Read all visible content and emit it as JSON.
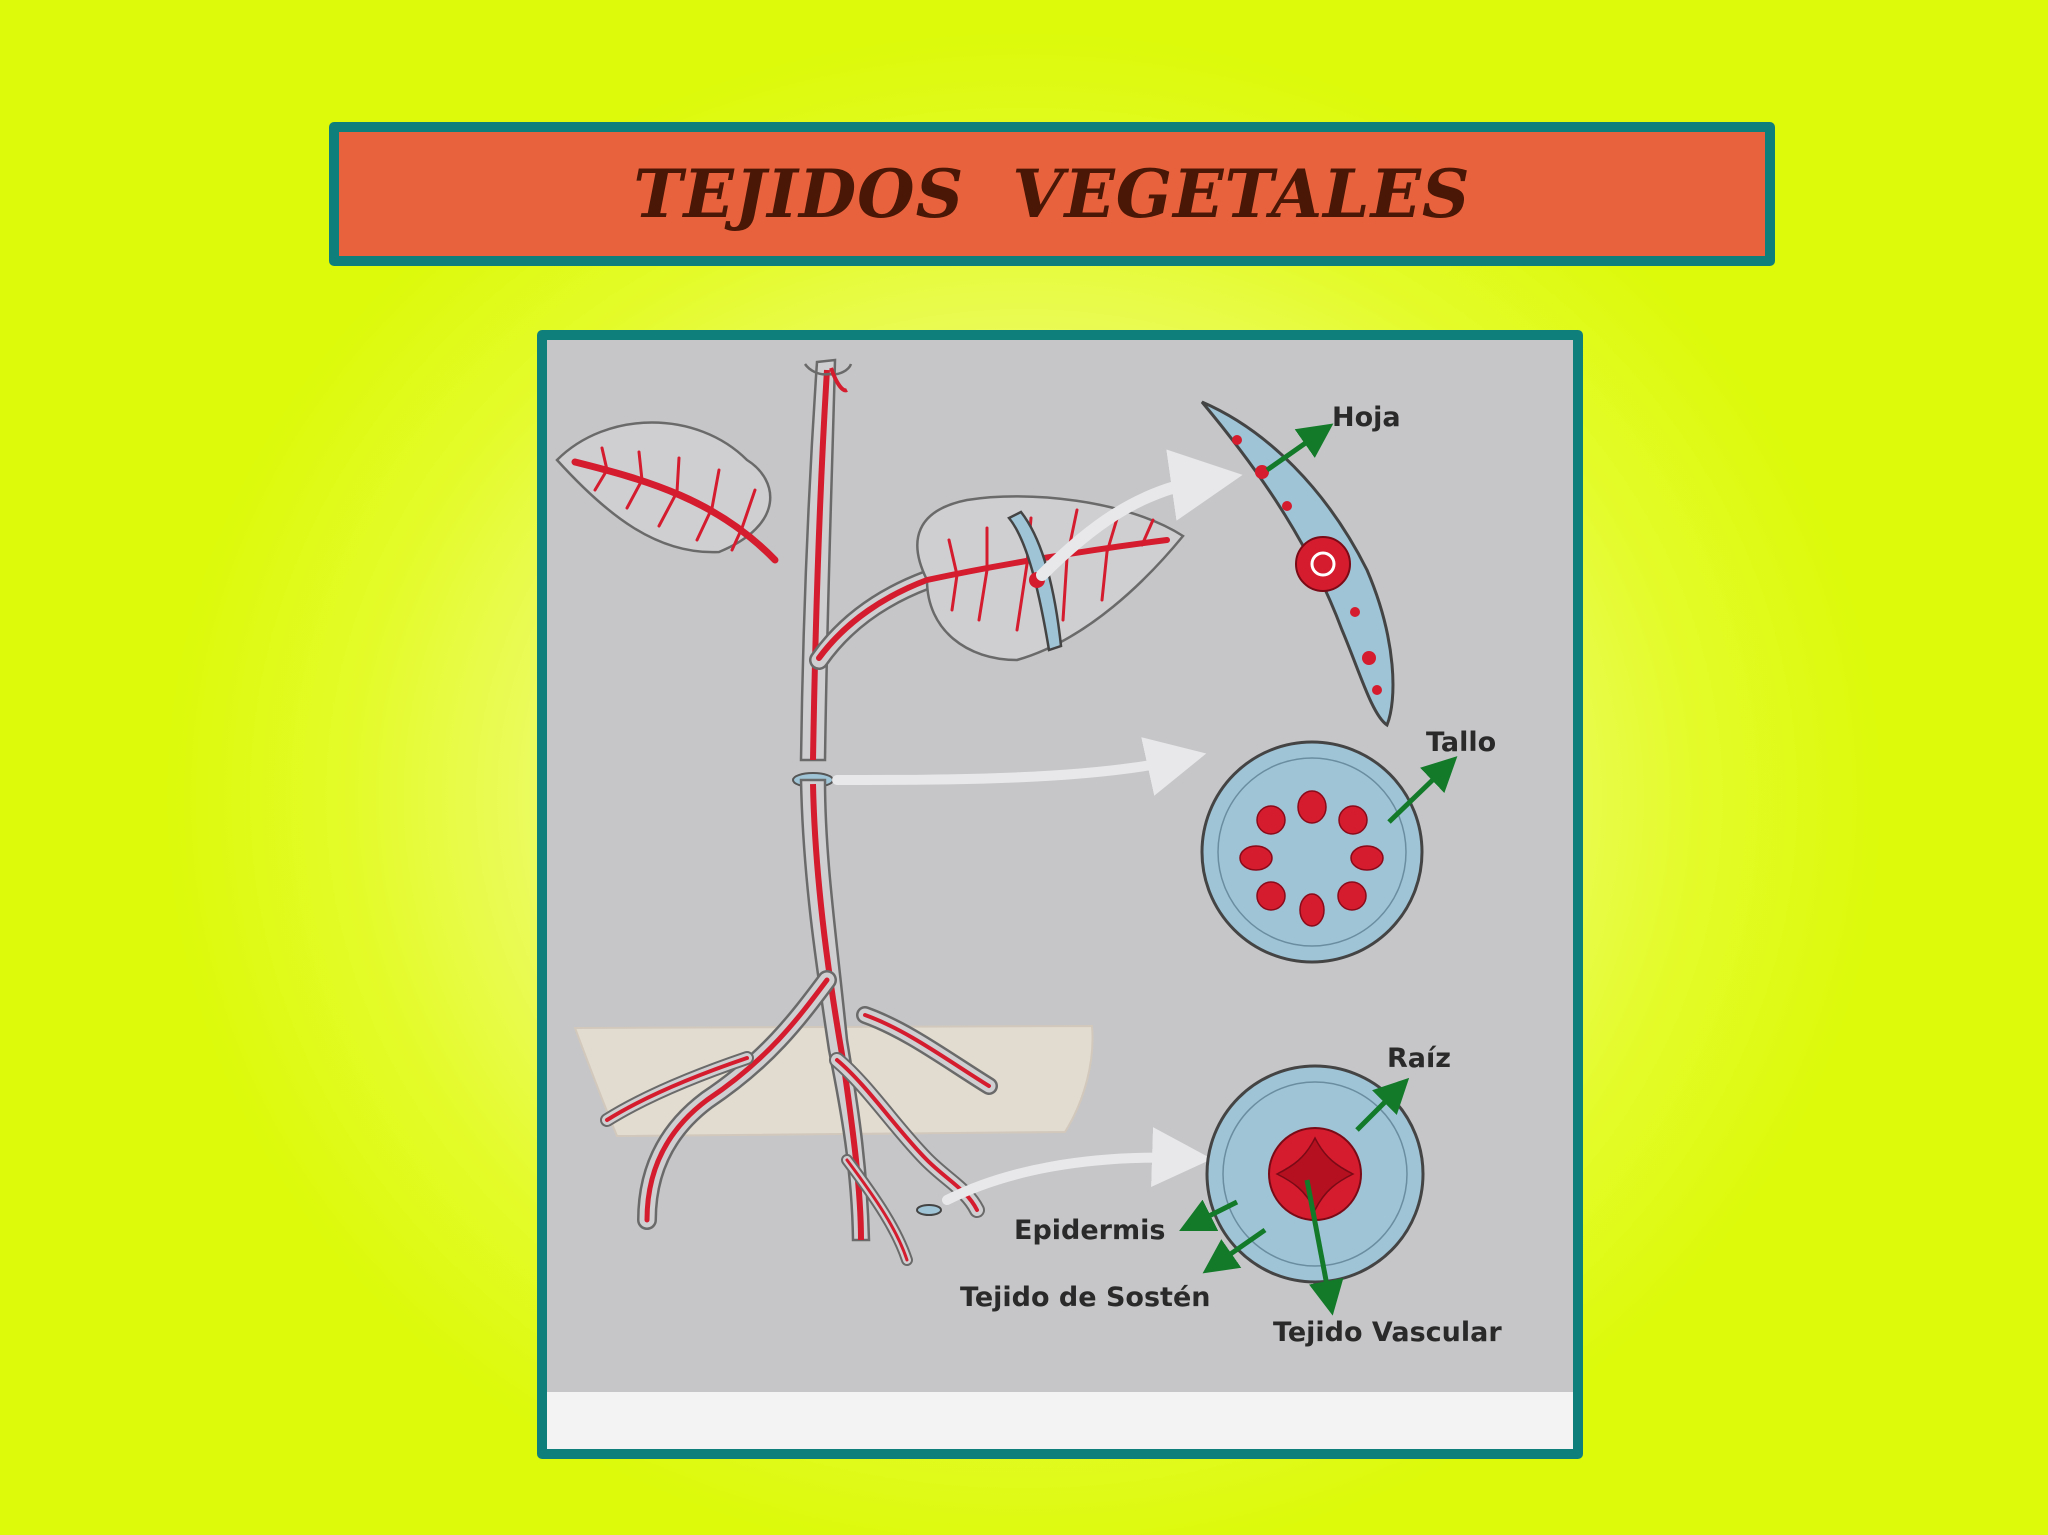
{
  "slide": {
    "title": "TEJIDOS  VEGETALES"
  },
  "diagram": {
    "labels": {
      "leaf": "Hoja",
      "stem": "Tallo",
      "root": "Raíz",
      "epidermis": "Epidermis",
      "support_tissue": "Tejido de Sostén",
      "vascular_tissue": "Tejido Vascular"
    },
    "colors": {
      "vascular": "#d41c2e",
      "section_fill": "#9fc4d6",
      "arrow": "#137a2a",
      "frame": "#0f7f7c",
      "soil": "#e2dbcf"
    }
  }
}
